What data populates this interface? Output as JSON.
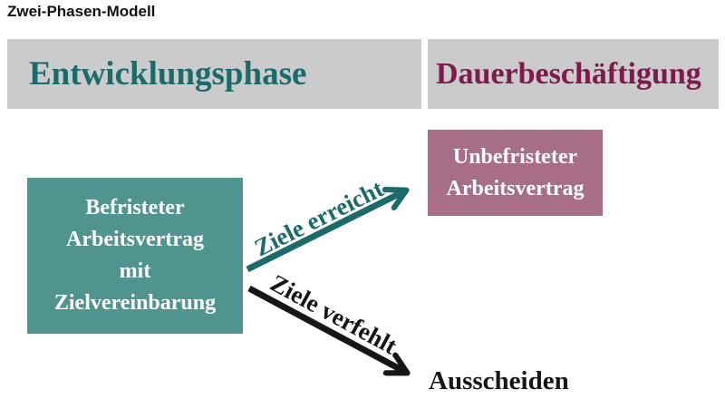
{
  "page": {
    "title": "Zwei-Phasen-Modell"
  },
  "phases": [
    {
      "label": "Entwicklungsphase",
      "text_color": "#1c6b6c",
      "bar_bg": "#cbcbcb"
    },
    {
      "label": "Dauerbeschäftigung",
      "text_color": "#7d1b4c",
      "bar_bg": "#cbcbcb"
    }
  ],
  "boxes": [
    {
      "id": "befristeter-arbeitsvertrag",
      "lines": [
        "Befristeter",
        "Arbeitsvertrag",
        "mit",
        "Zielvereinbarung"
      ],
      "bg": "#4f948f",
      "text_color": "#ffffff"
    },
    {
      "id": "unbefristeter-arbeitsvertrag",
      "lines": [
        "Unbefristeter",
        "Arbeitsvertrag"
      ],
      "bg": "#a96e87",
      "text_color": "#ffffff"
    }
  ],
  "arrows": [
    {
      "label": "Ziele erreicht",
      "color": "#1c6b6c",
      "direction": "up-right"
    },
    {
      "label": "Ziele verfehlt",
      "color": "#161616",
      "direction": "down-right"
    }
  ],
  "outcome": {
    "label": "Ausscheiden"
  }
}
